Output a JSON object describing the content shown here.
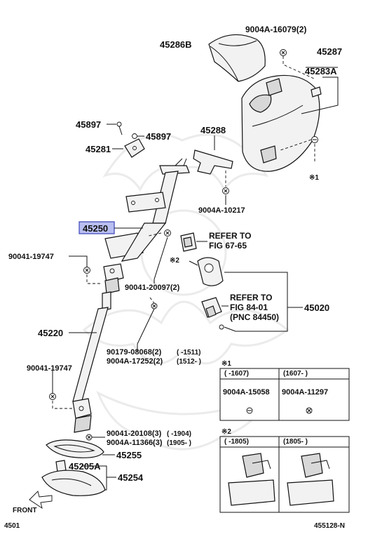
{
  "labels": {
    "p_9004A_16079": "9004A-16079(2)",
    "p_45286B": "45286B",
    "p_45287": "45287",
    "p_45283A": "45283A",
    "p_45897_a": "45897",
    "p_45897_b": "45897",
    "p_45281": "45281",
    "p_45288": "45288",
    "p_9004A_10217": "9004A-10217",
    "p_45250": "45250",
    "refer_67_1": "REFER TO",
    "refer_67_2": "FIG 67-65",
    "p_90041_19747_a": "90041-19747",
    "p_90041_20097": "90041-20097(2)",
    "refer_84_1": "REFER TO",
    "refer_84_2": "FIG 84-01",
    "refer_84_3": "(PNC 84450)",
    "p_45020": "45020",
    "p_45220": "45220",
    "p_90179_08068": "90179-08068(2)",
    "p_90179_range": "(      -1511)",
    "p_9004A_17252": "9004A-17252(2)",
    "p_9004A_17252_range": "(1512-      )",
    "p_90041_19747_b": "90041-19747",
    "p_90041_20108": "90041-20108(3)",
    "p_90041_20108_range": "(      -1904)",
    "p_9004A_11366": "9004A-11366(3)",
    "p_9004A_11366_range": "(1905-      )",
    "p_45255": "45255",
    "p_45205A": "45205A",
    "p_45254": "45254",
    "front": "FRONT",
    "page_left": "4501",
    "page_right": "455128-N",
    "note1_marker": "※1",
    "note2_marker": "※2",
    "star1": "※1",
    "star2": "※2"
  },
  "table1": {
    "title": "※1",
    "headers": [
      "(      -1607)",
      "(1607-      )"
    ],
    "cells": [
      "9004A-15058",
      "9004A-11297"
    ]
  },
  "table2": {
    "title": "※2",
    "headers": [
      "(      -1805)",
      "(1805-      )"
    ]
  }
}
